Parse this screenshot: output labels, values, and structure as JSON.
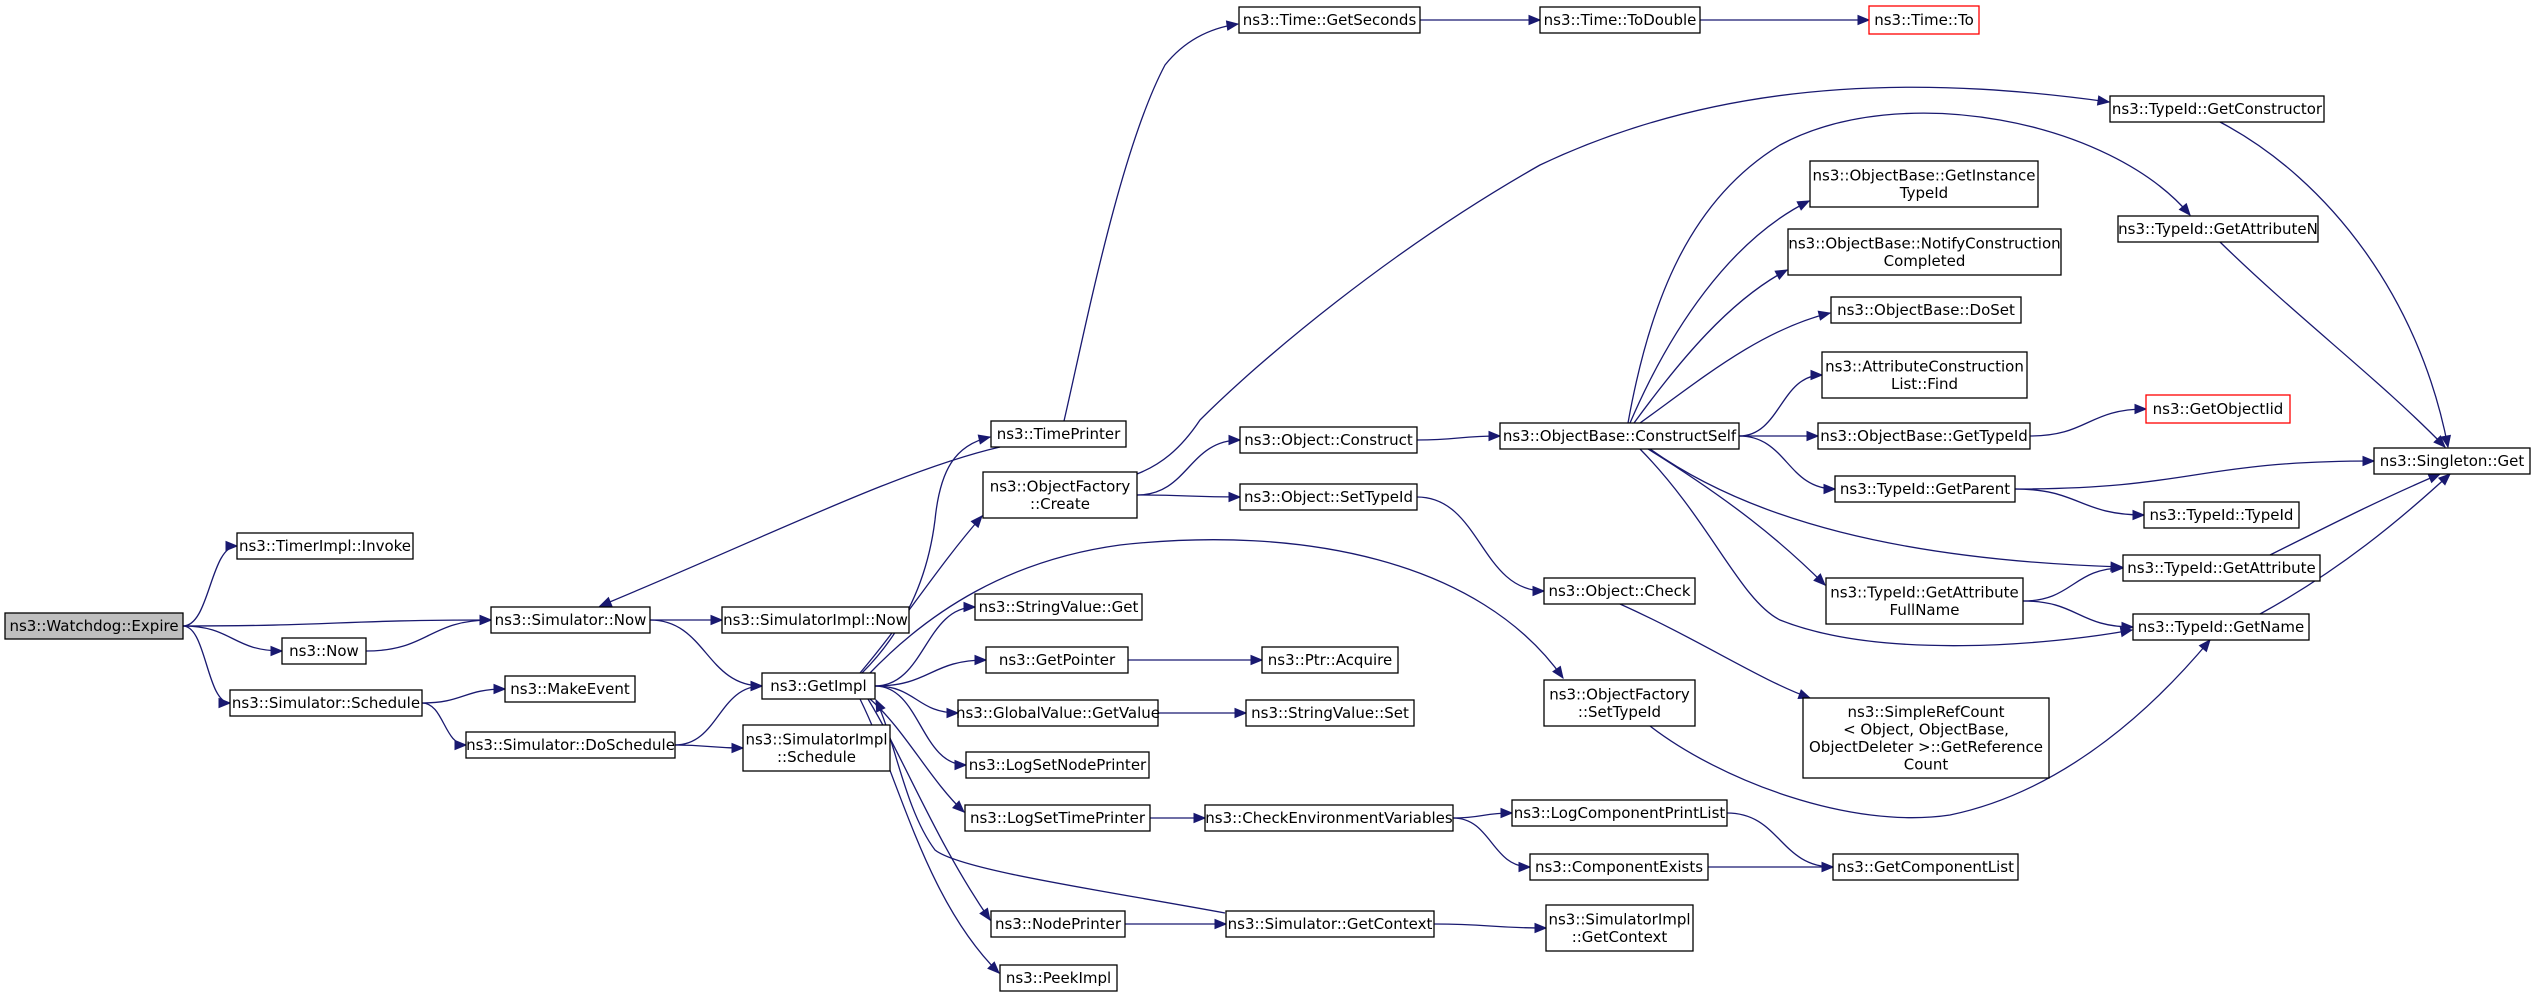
{
  "graph": {
    "nodes": [
      {
        "id": "expire",
        "lines": [
          "ns3::Watchdog::Expire"
        ],
        "style": "root"
      },
      {
        "id": "timerinvoke",
        "lines": [
          "ns3::TimerImpl::Invoke"
        ]
      },
      {
        "id": "simnow",
        "lines": [
          "ns3::Simulator::Now"
        ]
      },
      {
        "id": "now",
        "lines": [
          "ns3::Now"
        ]
      },
      {
        "id": "simschedule",
        "lines": [
          "ns3::Simulator::Schedule"
        ]
      },
      {
        "id": "simimplnow",
        "lines": [
          "ns3::SimulatorImpl::Now"
        ]
      },
      {
        "id": "makeevent",
        "lines": [
          "ns3::MakeEvent"
        ]
      },
      {
        "id": "getimpl",
        "lines": [
          "ns3::GetImpl"
        ]
      },
      {
        "id": "doschedule",
        "lines": [
          "ns3::Simulator::DoSchedule"
        ]
      },
      {
        "id": "simimplschedule",
        "lines": [
          "ns3::SimulatorImpl",
          "::Schedule"
        ]
      },
      {
        "id": "timeprinter",
        "lines": [
          "ns3::TimePrinter"
        ]
      },
      {
        "id": "ofcreate",
        "lines": [
          "ns3::ObjectFactory",
          "::Create"
        ]
      },
      {
        "id": "stringvalueget",
        "lines": [
          "ns3::StringValue::Get"
        ]
      },
      {
        "id": "getpointer",
        "lines": [
          "ns3::GetPointer"
        ]
      },
      {
        "id": "gvgetvalue",
        "lines": [
          "ns3::GlobalValue::GetValue"
        ]
      },
      {
        "id": "logsetnodeprinter",
        "lines": [
          "ns3::LogSetNodePrinter"
        ]
      },
      {
        "id": "logsettimeprinter",
        "lines": [
          "ns3::LogSetTimePrinter"
        ]
      },
      {
        "id": "nodeprinter",
        "lines": [
          "ns3::NodePrinter"
        ]
      },
      {
        "id": "peekimpl",
        "lines": [
          "ns3::PeekImpl"
        ]
      },
      {
        "id": "getseconds",
        "lines": [
          "ns3::Time::GetSeconds"
        ]
      },
      {
        "id": "todouble",
        "lines": [
          "ns3::Time::ToDouble"
        ]
      },
      {
        "id": "timeto",
        "lines": [
          "ns3::Time::To"
        ],
        "style": "missing"
      },
      {
        "id": "objconstruct",
        "lines": [
          "ns3::Object::Construct"
        ]
      },
      {
        "id": "objsettypeid",
        "lines": [
          "ns3::Object::SetTypeId"
        ]
      },
      {
        "id": "ptracquire",
        "lines": [
          "ns3::Ptr::Acquire"
        ]
      },
      {
        "id": "stringvalueset",
        "lines": [
          "ns3::StringValue::Set"
        ]
      },
      {
        "id": "checkenv",
        "lines": [
          "ns3::CheckEnvironmentVariables"
        ]
      },
      {
        "id": "simgetcontext",
        "lines": [
          "ns3::Simulator::GetContext"
        ]
      },
      {
        "id": "constructself",
        "lines": [
          "ns3::ObjectBase::ConstructSelf"
        ]
      },
      {
        "id": "objcheck",
        "lines": [
          "ns3::Object::Check"
        ]
      },
      {
        "id": "ofsettypeid",
        "lines": [
          "ns3::ObjectFactory",
          "::SetTypeId"
        ]
      },
      {
        "id": "logcompprintlist",
        "lines": [
          "ns3::LogComponentPrintList"
        ]
      },
      {
        "id": "compexists",
        "lines": [
          "ns3::ComponentExists"
        ]
      },
      {
        "id": "simimplgetcontext",
        "lines": [
          "ns3::SimulatorImpl",
          "::GetContext"
        ]
      },
      {
        "id": "getinstancetypeid",
        "lines": [
          "ns3::ObjectBase::GetInstance",
          "TypeId"
        ]
      },
      {
        "id": "notifyconstruction",
        "lines": [
          "ns3::ObjectBase::NotifyConstruction",
          "Completed"
        ]
      },
      {
        "id": "doset",
        "lines": [
          "ns3::ObjectBase::DoSet"
        ]
      },
      {
        "id": "attrconstructfind",
        "lines": [
          "ns3::AttributeConstruction",
          "List::Find"
        ]
      },
      {
        "id": "obgettypeid",
        "lines": [
          "ns3::ObjectBase::GetTypeId"
        ]
      },
      {
        "id": "tidgetparent",
        "lines": [
          "ns3::TypeId::GetParent"
        ]
      },
      {
        "id": "tidgetattrfullname",
        "lines": [
          "ns3::TypeId::GetAttribute",
          "FullName"
        ]
      },
      {
        "id": "simplerefcount",
        "lines": [
          "ns3::SimpleRefCount",
          "< Object, ObjectBase,",
          "ObjectDeleter >::GetReference",
          "Count"
        ]
      },
      {
        "id": "getcomponentlist",
        "lines": [
          "ns3::GetComponentList"
        ]
      },
      {
        "id": "tidgetconstructor",
        "lines": [
          "ns3::TypeId::GetConstructor"
        ]
      },
      {
        "id": "tidgetattributen",
        "lines": [
          "ns3::TypeId::GetAttributeN"
        ]
      },
      {
        "id": "getobjectiid",
        "lines": [
          "ns3::GetObjectIid"
        ],
        "style": "missing"
      },
      {
        "id": "tidtypeid",
        "lines": [
          "ns3::TypeId::TypeId"
        ]
      },
      {
        "id": "tidgetattribute",
        "lines": [
          "ns3::TypeId::GetAttribute"
        ]
      },
      {
        "id": "tidgetname",
        "lines": [
          "ns3::TypeId::GetName"
        ]
      },
      {
        "id": "singletonget",
        "lines": [
          "ns3::Singleton::Get"
        ]
      }
    ],
    "edges": [
      [
        "expire",
        "timerinvoke"
      ],
      [
        "expire",
        "simnow"
      ],
      [
        "expire",
        "now"
      ],
      [
        "expire",
        "simschedule"
      ],
      [
        "now",
        "simnow"
      ],
      [
        "simnow",
        "simimplnow"
      ],
      [
        "simnow",
        "getimpl"
      ],
      [
        "simschedule",
        "makeevent"
      ],
      [
        "simschedule",
        "doschedule"
      ],
      [
        "doschedule",
        "getimpl"
      ],
      [
        "doschedule",
        "simimplschedule"
      ],
      [
        "timeprinter",
        "simnow"
      ],
      [
        "timeprinter",
        "getseconds"
      ],
      [
        "getseconds",
        "todouble"
      ],
      [
        "todouble",
        "timeto"
      ],
      [
        "getimpl",
        "timeprinter"
      ],
      [
        "getimpl",
        "ofcreate"
      ],
      [
        "getimpl",
        "stringvalueget"
      ],
      [
        "getimpl",
        "getpointer"
      ],
      [
        "getimpl",
        "gvgetvalue"
      ],
      [
        "getimpl",
        "logsetnodeprinter"
      ],
      [
        "getimpl",
        "logsettimeprinter"
      ],
      [
        "getimpl",
        "nodeprinter"
      ],
      [
        "getimpl",
        "peekimpl"
      ],
      [
        "getimpl",
        "ofsettypeid"
      ],
      [
        "simgetcontext",
        "getimpl"
      ],
      [
        "ofcreate",
        "objconstruct"
      ],
      [
        "ofcreate",
        "objsettypeid"
      ],
      [
        "ofcreate",
        "tidgetconstructor"
      ],
      [
        "getpointer",
        "ptracquire"
      ],
      [
        "gvgetvalue",
        "stringvalueset"
      ],
      [
        "logsettimeprinter",
        "checkenv"
      ],
      [
        "nodeprinter",
        "simgetcontext"
      ],
      [
        "simgetcontext",
        "simimplgetcontext"
      ],
      [
        "objconstruct",
        "constructself"
      ],
      [
        "objsettypeid",
        "objcheck"
      ],
      [
        "objcheck",
        "simplerefcount"
      ],
      [
        "checkenv",
        "logcompprintlist"
      ],
      [
        "checkenv",
        "compexists"
      ],
      [
        "logcompprintlist",
        "getcomponentlist"
      ],
      [
        "compexists",
        "getcomponentlist"
      ],
      [
        "constructself",
        "getinstancetypeid"
      ],
      [
        "constructself",
        "notifyconstruction"
      ],
      [
        "constructself",
        "doset"
      ],
      [
        "constructself",
        "attrconstructfind"
      ],
      [
        "constructself",
        "obgettypeid"
      ],
      [
        "constructself",
        "tidgetparent"
      ],
      [
        "constructself",
        "tidgetattrfullname"
      ],
      [
        "constructself",
        "tidgetattribute"
      ],
      [
        "constructself",
        "tidgetname"
      ],
      [
        "constructself",
        "tidgetattributen"
      ],
      [
        "obgettypeid",
        "getobjectiid"
      ],
      [
        "tidgetparent",
        "tidtypeid"
      ],
      [
        "tidgetparent",
        "singletonget"
      ],
      [
        "tidgetattrfullname",
        "tidgetattribute"
      ],
      [
        "tidgetattrfullname",
        "tidgetname"
      ],
      [
        "tidgetattribute",
        "singletonget"
      ],
      [
        "tidgetname",
        "singletonget"
      ],
      [
        "tidgetconstructor",
        "singletonget"
      ],
      [
        "tidgetattributen",
        "singletonget"
      ],
      [
        "ofsettypeid",
        "tidgetname"
      ]
    ]
  }
}
